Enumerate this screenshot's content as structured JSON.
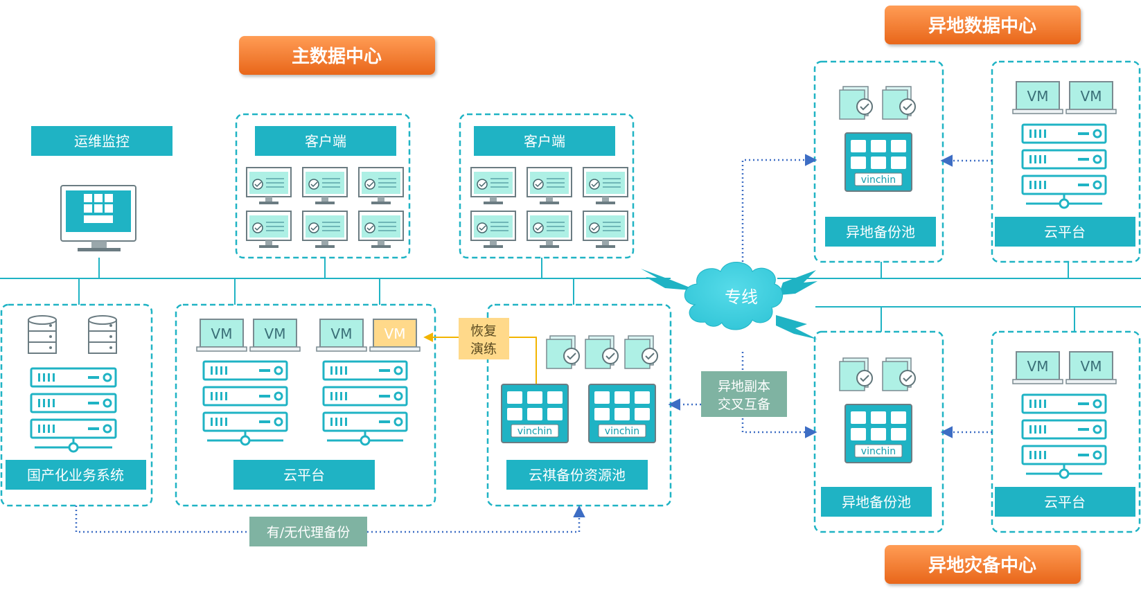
{
  "headers": {
    "main_dc": "主数据中心",
    "remote_dc": "异地数据中心",
    "remote_dr": "异地灾备中心"
  },
  "labels": {
    "ops_monitor": "运维监控",
    "client_1": "客户端",
    "client_2": "客户端",
    "domestic_system": "国产化业务系统",
    "cloud_main": "云平台",
    "backup_pool": "云祺备份资源池",
    "remote_pool_top": "异地备份池",
    "cloud_top": "云平台",
    "remote_pool_bottom": "异地备份池",
    "cloud_bottom": "云平台",
    "dedicated_line": "专线",
    "cross_backup_line1": "异地副本",
    "cross_backup_line2": "交叉互备",
    "agent_backup": "有/无代理备份",
    "recovery_drill_line1": "恢复",
    "recovery_drill_line2": "演练"
  },
  "vm_label": "VM",
  "vinchin_label": "vinchin",
  "colors": {
    "teal": "#1fb3c4",
    "teal_dark": "#129cad",
    "mint": "#aef0e5",
    "orange": "#f07a2a",
    "sage": "#7fb3a2",
    "amber": "#ffd98a",
    "arrow_blue": "#3d6dc4"
  }
}
